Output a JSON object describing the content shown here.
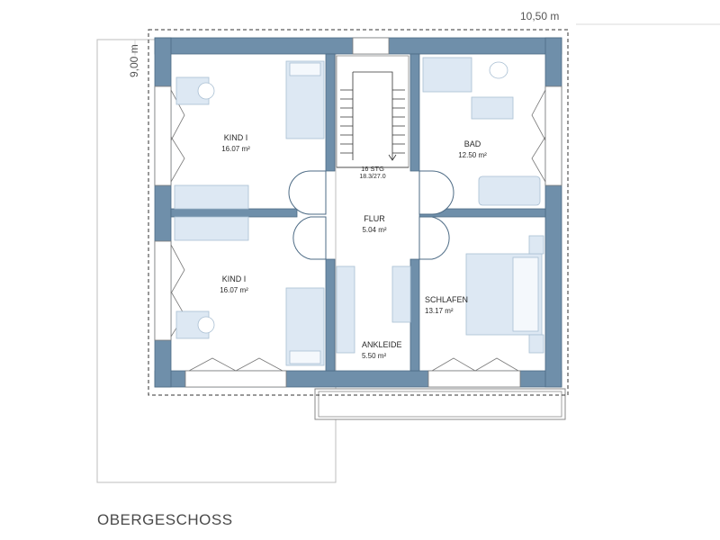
{
  "dimensions": {
    "width": "10,50 m",
    "depth": "9,00 m"
  },
  "rooms": [
    {
      "name": "KIND I",
      "area": "16.07 m²"
    },
    {
      "name": "BAD",
      "area": "12.50 m²"
    },
    {
      "name": "FLUR",
      "area": "5.04 m²"
    },
    {
      "name": "KIND I",
      "area": "16.07 m²"
    },
    {
      "name": "SCHLAFEN",
      "area": "13.17 m²"
    },
    {
      "name": "ANKLEIDE",
      "area": "5.50 m²"
    }
  ],
  "stairs": {
    "steps": "16 STG",
    "ratio": "18.3/27.0"
  },
  "floor_title": "OBERGESCHOSS",
  "colors": {
    "wall": "#6f8faa",
    "wall_outline": "#4d6b85",
    "furniture": "#dde8f3",
    "furniture_line": "#a9bfd3"
  }
}
